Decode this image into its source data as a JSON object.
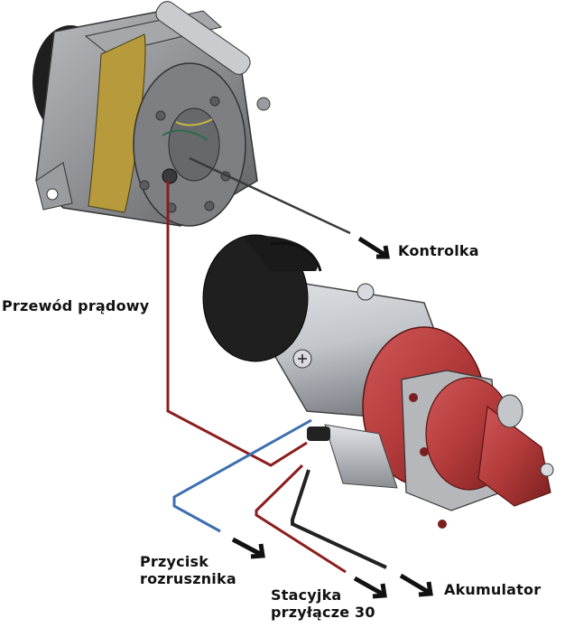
{
  "diagram": {
    "title": "",
    "components": [
      {
        "id": "alternator",
        "name": "Alternator",
        "color": "#8a8c90"
      },
      {
        "id": "starter",
        "name": "Rozrusznik",
        "body_color": "#c9ccd1",
        "end_cap_color": "#1c1c1c",
        "nose_color": "#b23a3a"
      }
    ],
    "labels": {
      "kontrolka": "Kontrolka",
      "przewod_pradowy": "Przewód prądowy",
      "przycisk_line1": "Przycisk",
      "przycisk_line2": "rozrusznika",
      "stacyjka_line1": "Stacyjka",
      "stacyjka_line2": "przyłącze 30",
      "akumulator": "Akumulator"
    },
    "wires": [
      {
        "id": "kontrolka-wire",
        "from": "alternator",
        "to": "Kontrolka",
        "color": "#3a3a3a"
      },
      {
        "id": "power-wire",
        "from": "alternator",
        "to": "starter",
        "label": "Przewód prądowy",
        "color": "#8b1e1e"
      },
      {
        "id": "button-wire",
        "from": "starter",
        "to": "Przycisk rozrusznika",
        "color": "#3d6fb0"
      },
      {
        "id": "ignition-wire",
        "from": "starter",
        "to": "Stacyjka przyłącze 30",
        "color": "#8b1e1e"
      },
      {
        "id": "battery-wire",
        "from": "starter",
        "to": "Akumulator",
        "color": "#222222"
      }
    ],
    "colors": {
      "wire_red": "#8b1e1e",
      "wire_blue": "#3d6fb0",
      "wire_black": "#222222",
      "arrow": "#111111",
      "starter_red": "#b23a3a",
      "alternator_grey": "#8a8c90",
      "band_gold": "#b79a3c"
    }
  }
}
